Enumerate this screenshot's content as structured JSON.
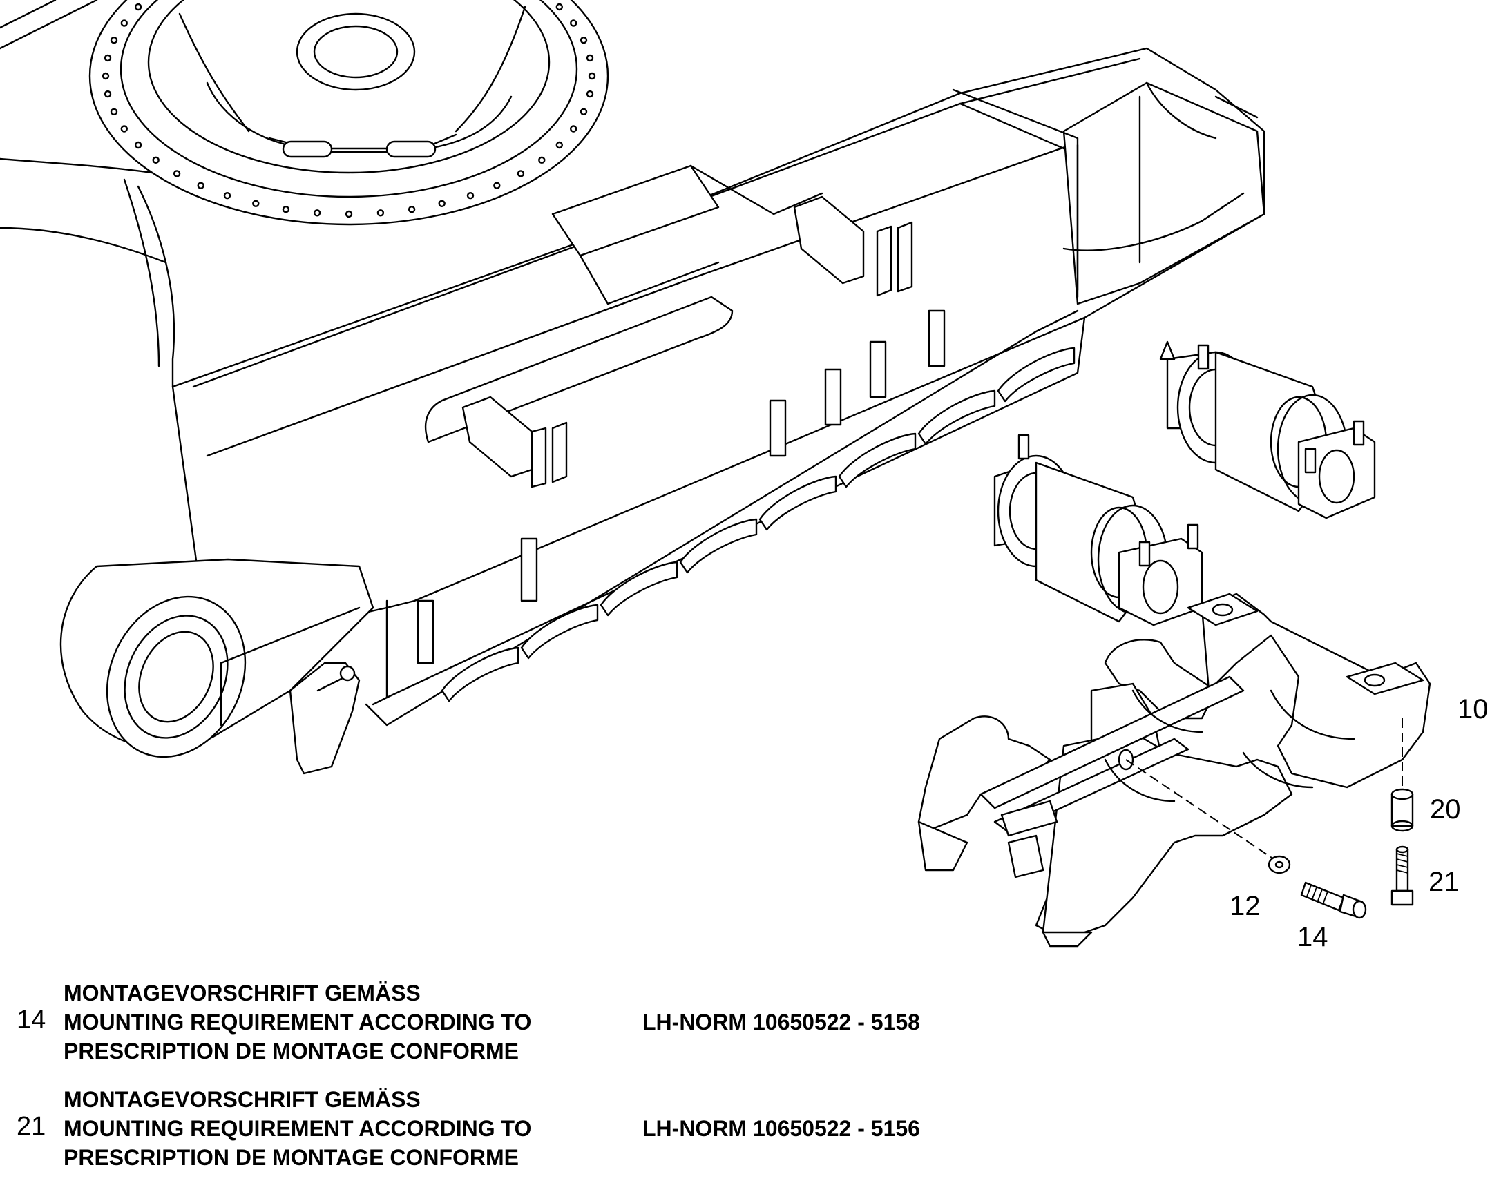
{
  "callouts": {
    "c10": "10",
    "c20": "20",
    "c21": "21",
    "c12": "12",
    "c14": "14"
  },
  "notes": [
    {
      "item": "14",
      "line_de": "MONTAGEVORSCHRIFT GEMÄSS",
      "line_en": "MOUNTING REQUIREMENT ACCORDING TO",
      "line_fr": "PRESCRIPTION DE MONTAGE CONFORME",
      "norm": "LH-NORM 10650522 - 5158"
    },
    {
      "item": "21",
      "line_de": "MONTAGEVORSCHRIFT GEMÄSS",
      "line_en": "MOUNTING REQUIREMENT ACCORDING TO",
      "line_fr": "PRESCRIPTION DE MONTAGE CONFORME",
      "norm": "LH-NORM 10650522 - 5156"
    }
  ]
}
